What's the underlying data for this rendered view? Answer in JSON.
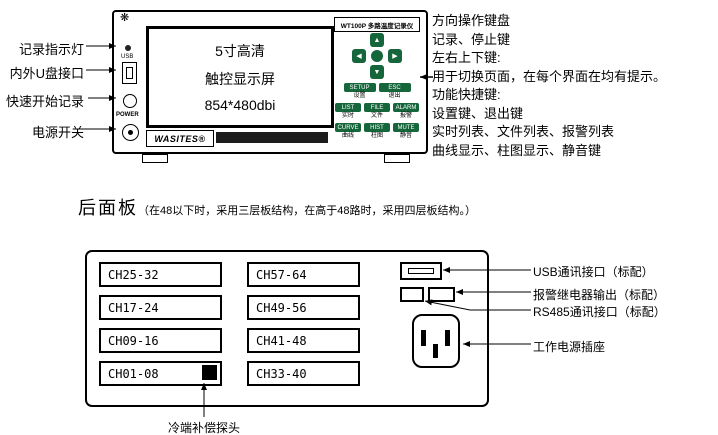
{
  "colors": {
    "keypad-button": "#15663a"
  },
  "front": {
    "left_labels": [
      "记录指示灯",
      "内外U盘接口",
      "快速开始记录",
      "电源开关"
    ],
    "device": {
      "model_label": "WT100P 多路温度记录仪",
      "screen_lines": [
        "5寸高清",
        "触控显示屏",
        "854*480dbi"
      ],
      "brand": "WASITES®",
      "usb_label": "USB",
      "power_label": "POWER",
      "keypad_rows": [
        {
          "buttons": [
            {
              "label": "SETUP",
              "sub": "设置"
            },
            {
              "label": "ESC",
              "sub": "退出"
            }
          ]
        },
        {
          "buttons": [
            {
              "label": "LIST",
              "sub": "实时"
            },
            {
              "label": "FILE",
              "sub": "文件"
            },
            {
              "label": "ALARM",
              "sub": "报警"
            }
          ]
        },
        {
          "buttons": [
            {
              "label": "CURVE",
              "sub": "曲线"
            },
            {
              "label": "HIST",
              "sub": "柱图"
            },
            {
              "label": "MUTE",
              "sub": "静音"
            }
          ]
        }
      ]
    },
    "right_description": [
      "方向操作键盘",
      "记录、停止键",
      "左右上下键:",
      "用于切换页面，在每个界面在均有提示。",
      "功能快捷键:",
      "设置键、退出键",
      "实时列表、文件列表、报警列表",
      "曲线显示、柱图显示、静音键"
    ]
  },
  "rear": {
    "title": "后面板",
    "note": "（在48以下时，采用三层板结构，在高于48路时，采用四层板结构。）",
    "channels_left": [
      "CH25-32",
      "CH17-24",
      "CH09-16",
      "CH01-08"
    ],
    "channels_right": [
      "CH57-64",
      "CH49-56",
      "CH41-48",
      "CH33-40"
    ],
    "labels": {
      "usb": "USB通讯接口（标配）",
      "relay": "报警继电器输出（标配）",
      "rs485": "RS485通讯接口（标配）",
      "power": "工作电源插座",
      "probe": "冷端补偿探头"
    }
  }
}
